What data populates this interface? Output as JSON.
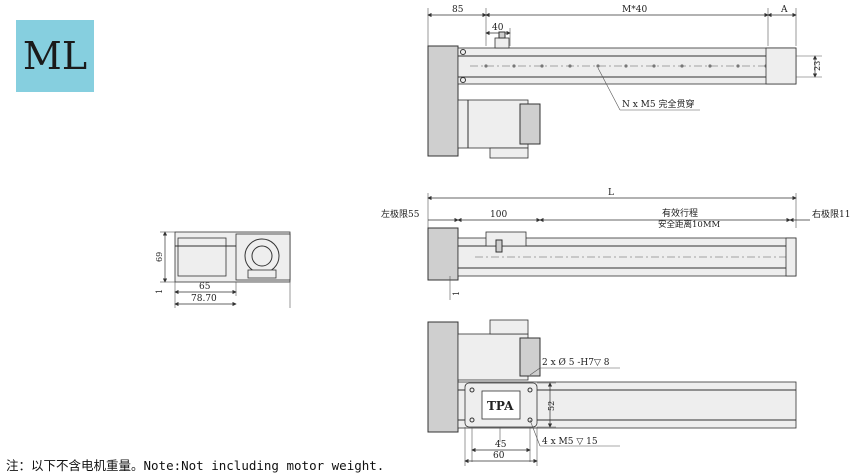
{
  "badge": {
    "label": "ML"
  },
  "note": {
    "text": "注：以下不含电机重量。Note:Not including motor weight."
  },
  "top_view": {
    "dim_85": "85",
    "dim_m40": "M*40",
    "dim_a": "A",
    "dim_40": "40",
    "dim_23": "23",
    "callout_holes": "N x  M5 完全贯穿"
  },
  "side_view": {
    "dim_l": "L",
    "left_limit": "左极限55",
    "dim_100": "100",
    "stroke_line1": "有效行程",
    "stroke_line2": "安全距离10MM",
    "right_limit": "右极限11",
    "dim_1": "1"
  },
  "end_view": {
    "dim_69": "69",
    "dim_1": "1",
    "dim_65": "65",
    "dim_7870": "78.70"
  },
  "bottom_view": {
    "callout_pin": "2 x  Ø  5  -H7▽ 8",
    "dim_52": "52",
    "callout_thread": "4 x  M5  ▽ 15",
    "dim_45": "45",
    "dim_60": "60",
    "logo_text": "TPA"
  }
}
